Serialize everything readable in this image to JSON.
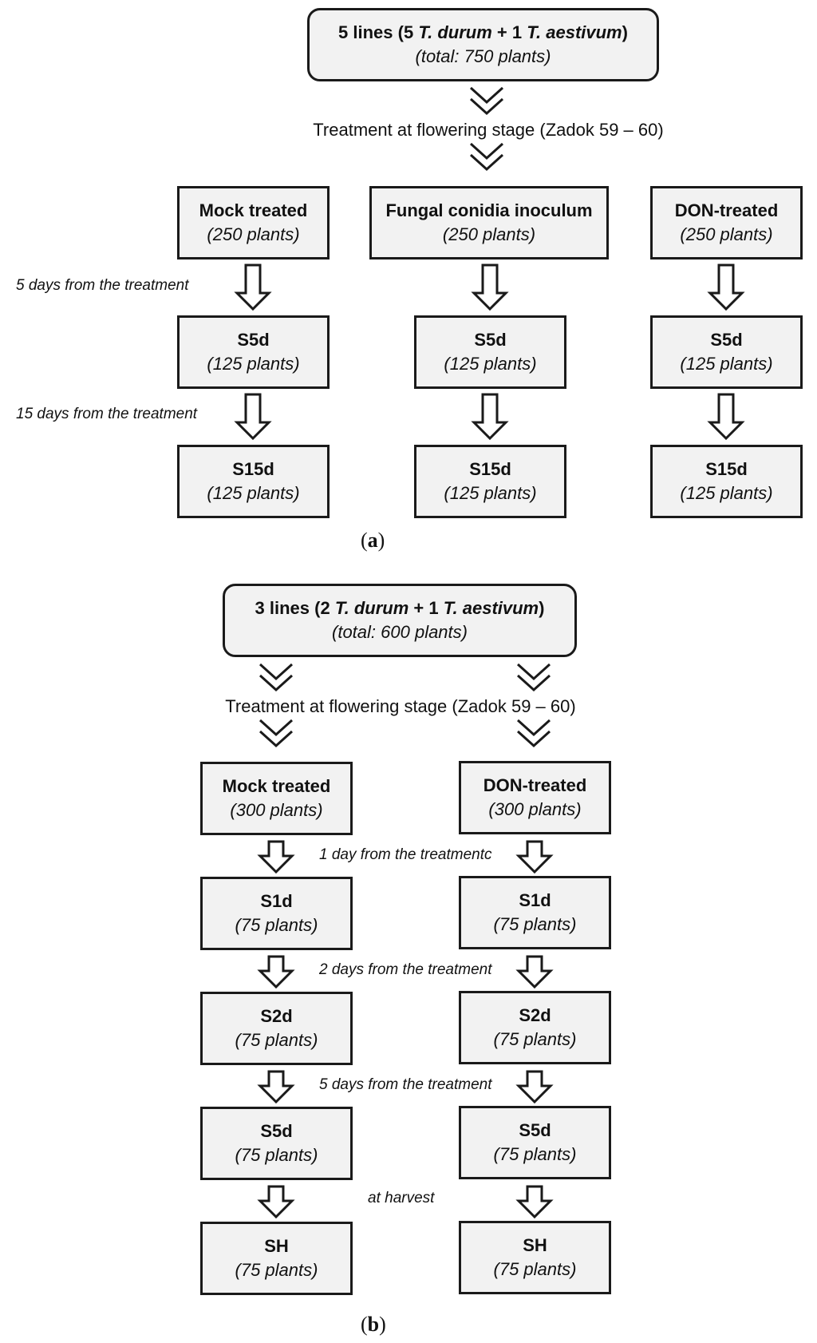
{
  "panel_a": {
    "root": {
      "title_prefix": "5 lines (5 ",
      "title_sp1": "T. durum",
      "title_mid": " + 1 ",
      "title_sp2": "T. aestivum",
      "title_suffix": ")",
      "subtitle": "(total: 750 plants)"
    },
    "treatment_label": "Treatment at flowering stage (Zadok 59 – 60)",
    "step_labels": [
      "5 days from the treatment",
      "15 days from the treatment"
    ],
    "columns": [
      {
        "treatment": "Mock treated",
        "treatment_plants": "(250 plants)",
        "stages": [
          {
            "name": "S5d",
            "plants": "(125 plants)"
          },
          {
            "name": "S15d",
            "plants": "(125 plants)"
          }
        ]
      },
      {
        "treatment": "Fungal conidia inoculum",
        "treatment_plants": "(250 plants)",
        "stages": [
          {
            "name": "S5d",
            "plants": "(125 plants)"
          },
          {
            "name": "S15d",
            "plants": "(125 plants)"
          }
        ]
      },
      {
        "treatment": "DON-treated",
        "treatment_plants": "(250 plants)",
        "stages": [
          {
            "name": "S5d",
            "plants": "(125 plants)"
          },
          {
            "name": "S15d",
            "plants": "(125 plants)"
          }
        ]
      }
    ],
    "caption": {
      "open": "(",
      "letter": "a",
      "close": ")"
    }
  },
  "panel_b": {
    "root": {
      "title_prefix": "3 lines (2 ",
      "title_sp1": "T. durum",
      "title_mid": " + 1 ",
      "title_sp2": "T. aestivum",
      "title_suffix": ")",
      "subtitle": "(total: 600 plants)"
    },
    "treatment_label": "Treatment at flowering stage (Zadok 59 – 60)",
    "step_labels": [
      "1 day from the treatmentc",
      "2 days from the treatment",
      "5 days from the treatment",
      "at harvest"
    ],
    "columns": [
      {
        "treatment": "Mock treated",
        "treatment_plants": "(300 plants)",
        "stages": [
          {
            "name": "S1d",
            "plants": "(75 plants)"
          },
          {
            "name": "S2d",
            "plants": "(75 plants)"
          },
          {
            "name": "S5d",
            "plants": "(75 plants)"
          },
          {
            "name": "SH",
            "plants": "(75 plants)"
          }
        ]
      },
      {
        "treatment": "DON-treated",
        "treatment_plants": "(300 plants)",
        "stages": [
          {
            "name": "S1d",
            "plants": "(75 plants)"
          },
          {
            "name": "S2d",
            "plants": "(75 plants)"
          },
          {
            "name": "S5d",
            "plants": "(75 plants)"
          },
          {
            "name": "SH",
            "plants": "(75 plants)"
          }
        ]
      }
    ],
    "caption": {
      "open": "(",
      "letter": "b",
      "close": ")"
    }
  }
}
